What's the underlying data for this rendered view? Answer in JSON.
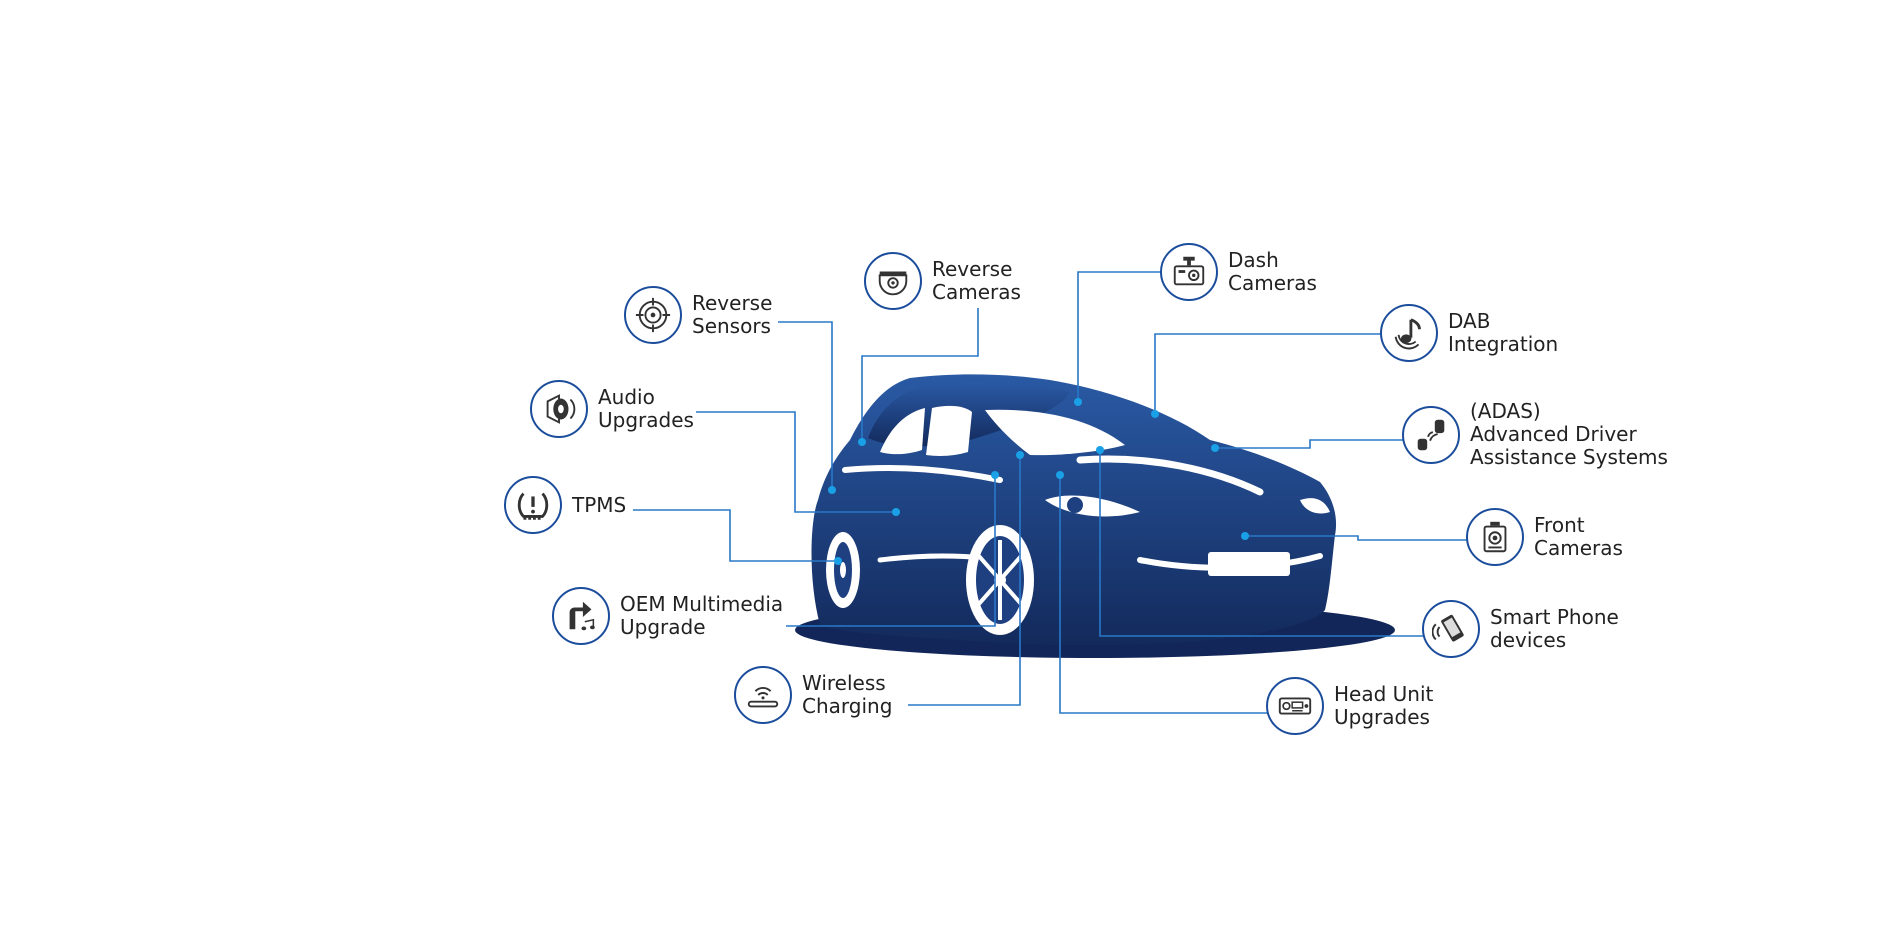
{
  "colors": {
    "car_light": "#2a5aa5",
    "car_dark": "#132a5c",
    "line": "#2878c8",
    "dot": "#1aa0e6",
    "badge_border": "#1b4d9c"
  },
  "features": [
    {
      "id": "reverse-sensors",
      "icon": "target-icon",
      "lines": [
        "Reverse",
        "Sensors"
      ]
    },
    {
      "id": "reverse-cameras",
      "icon": "dome-camera-icon",
      "lines": [
        "Reverse",
        "Cameras"
      ]
    },
    {
      "id": "dash-cameras",
      "icon": "dashcam-icon",
      "lines": [
        "Dash",
        "Cameras"
      ]
    },
    {
      "id": "dab-integration",
      "icon": "music-note-icon",
      "lines": [
        "DAB",
        "Integration"
      ]
    },
    {
      "id": "audio-upgrades",
      "icon": "speaker-icon",
      "lines": [
        "Audio",
        "Upgrades"
      ]
    },
    {
      "id": "adas",
      "icon": "cars-signal-icon",
      "lines": [
        "(ADAS)",
        "Advanced Driver",
        "Assistance Systems"
      ]
    },
    {
      "id": "tpms",
      "icon": "tire-warning-icon",
      "lines": [
        "TPMS"
      ]
    },
    {
      "id": "front-cameras",
      "icon": "front-camera-icon",
      "lines": [
        "Front",
        "Cameras"
      ]
    },
    {
      "id": "oem-multimedia",
      "icon": "arrow-music-icon",
      "lines": [
        "OEM Multimedia",
        "Upgrade"
      ]
    },
    {
      "id": "smart-phone",
      "icon": "phone-wireless-icon",
      "lines": [
        "Smart Phone",
        "devices"
      ]
    },
    {
      "id": "wireless-charging",
      "icon": "charging-pad-icon",
      "lines": [
        "Wireless",
        "Charging"
      ]
    },
    {
      "id": "head-unit",
      "icon": "radio-icon",
      "lines": [
        "Head Unit",
        "Upgrades"
      ]
    }
  ]
}
